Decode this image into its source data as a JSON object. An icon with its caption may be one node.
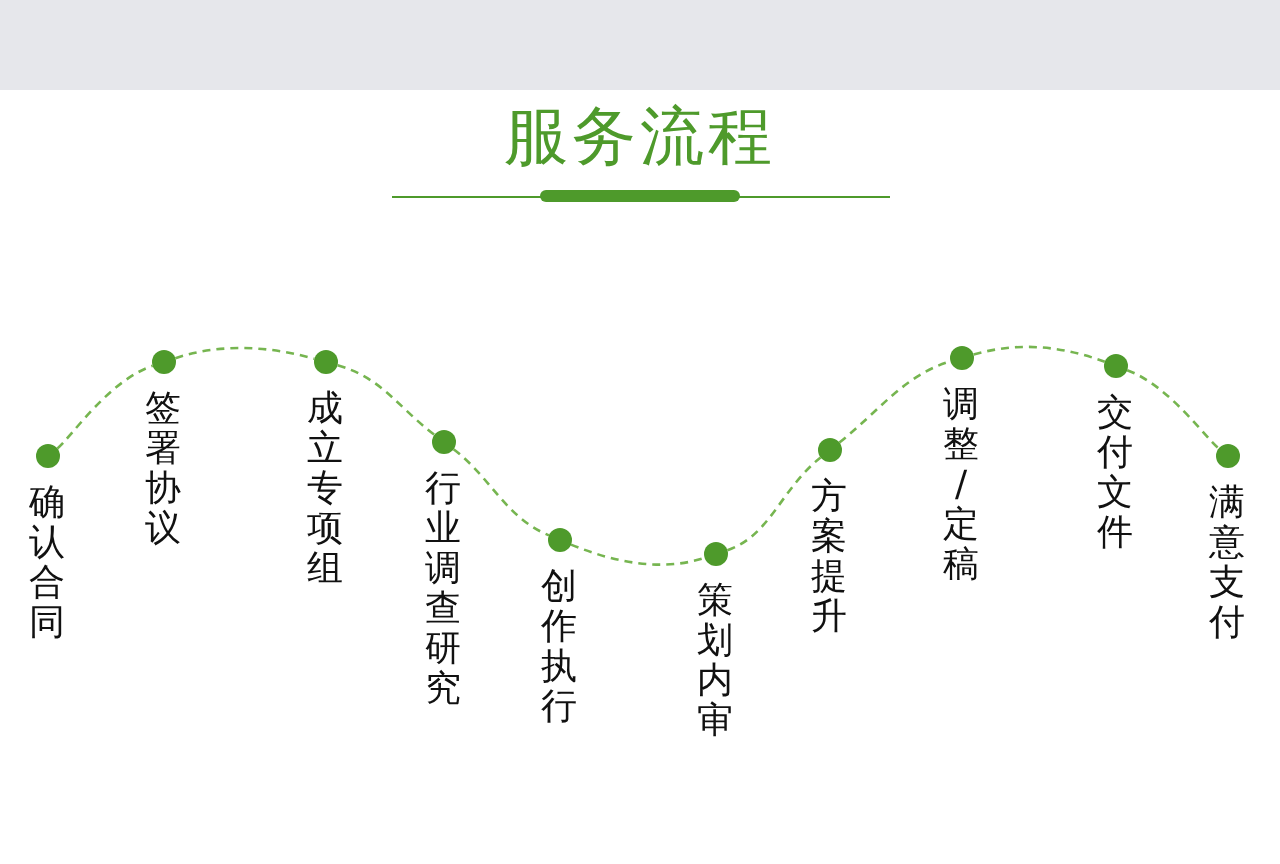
{
  "diagram": {
    "title": "服务流程",
    "nodes": [
      {
        "text": [],
        "shape": "circle",
        "beside": [
          "确认合同"
        ]
      },
      {
        "text": [],
        "shape": "circle",
        "beside": [
          "签署协议"
        ]
      },
      {
        "text": [],
        "shape": "circle",
        "beside": [
          "成立专项组"
        ]
      },
      {
        "text": [],
        "shape": "circle",
        "beside": [
          "行业调查研究"
        ]
      },
      {
        "text": [],
        "shape": "circle",
        "beside": [
          "创作执行"
        ]
      },
      {
        "text": [],
        "shape": "circle",
        "beside": [
          "策划内审"
        ]
      },
      {
        "text": [],
        "shape": "circle",
        "beside": [
          "方案提升"
        ]
      },
      {
        "text": [],
        "shape": "circle",
        "beside": [
          "调整/定稿"
        ]
      },
      {
        "text": [],
        "shape": "circle",
        "beside": [
          "交付文件"
        ]
      },
      {
        "text": [],
        "shape": "circle",
        "beside": [
          "满意支付"
        ]
      }
    ],
    "edges": [
      {
        "from": 0,
        "to": 1,
        "arrow": "none",
        "style": "dashed"
      },
      {
        "from": 1,
        "to": 2,
        "arrow": "none",
        "style": "dashed"
      },
      {
        "from": 2,
        "to": 3,
        "arrow": "none",
        "style": "dashed"
      },
      {
        "from": 3,
        "to": 4,
        "arrow": "none",
        "style": "dashed"
      },
      {
        "from": 4,
        "to": 5,
        "arrow": "none",
        "style": "dashed"
      },
      {
        "from": 5,
        "to": 6,
        "arrow": "none",
        "style": "dashed"
      },
      {
        "from": 6,
        "to": 7,
        "arrow": "none",
        "style": "dashed"
      },
      {
        "from": 7,
        "to": 8,
        "arrow": "none",
        "style": "dashed"
      },
      {
        "from": 8,
        "to": 9,
        "arrow": "none",
        "style": "dashed"
      }
    ]
  }
}
